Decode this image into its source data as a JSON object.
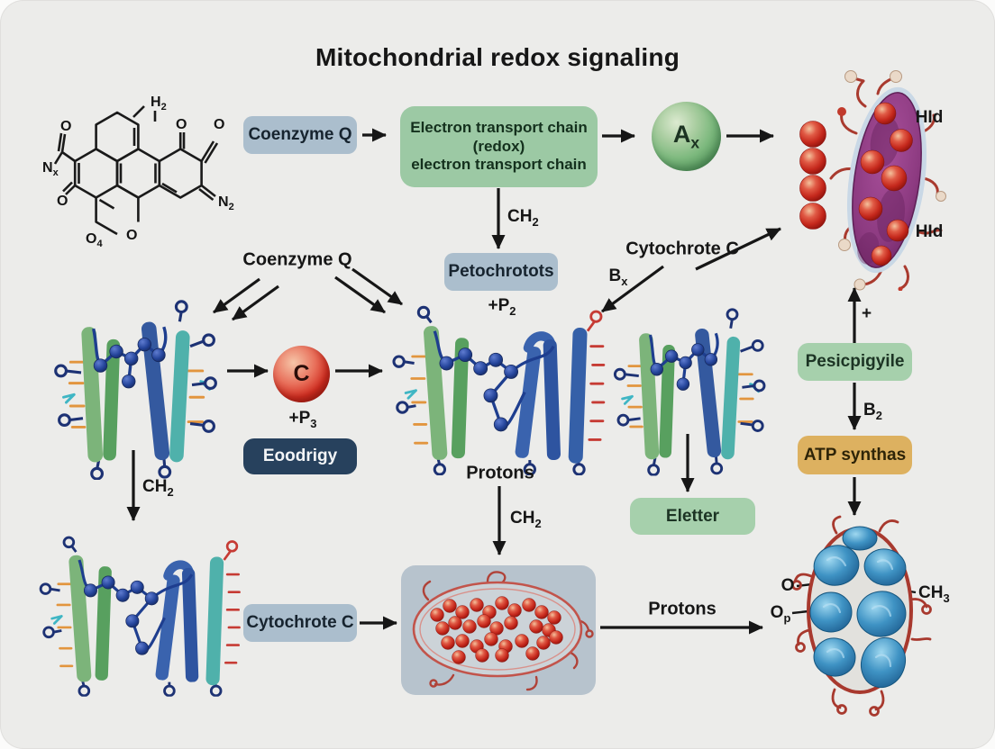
{
  "title": "Mitochondrial redox signaling",
  "top_flow": {
    "coenzyme_q": "Coenzyme Q",
    "etc_line1": "Electron transport chain",
    "etc_line2": "(redox)",
    "etc_line3": "electron transport chain",
    "node_a": {
      "base": "A",
      "sub": "x"
    },
    "ch2": {
      "base": "CH",
      "sub": "2"
    },
    "hld_top": "HId",
    "hld_bottom": "HId"
  },
  "mid": {
    "coenzyme_q_label": "Coenzyme Q",
    "petochrotots": "Petochrotots",
    "p2": {
      "base": "+P",
      "sub": "2"
    },
    "cytochrote_c": "Cytochrote C",
    "bx": {
      "base": "B",
      "sub": "x"
    },
    "node_c": "C",
    "p3": {
      "base": "+P",
      "sub": "3"
    },
    "eoodrigy": "Eoodrigy",
    "protons": "Protons",
    "ch2": {
      "base": "CH",
      "sub": "2"
    },
    "eletter": "Eletter"
  },
  "right": {
    "plus": "+",
    "pesicpigyile": "Pesicpigyile",
    "b2": {
      "base": "B",
      "sub": "2"
    },
    "atp_synthas": "ATP synthas"
  },
  "bottom": {
    "ch2": {
      "base": "CH",
      "sub": "2"
    },
    "cytochrote_c": "Cytochrote C",
    "protons": "Protons",
    "o_label": "O",
    "op": {
      "base": "O",
      "sub": "p"
    },
    "ch3": {
      "base": "CH",
      "sub": "3"
    }
  },
  "molecule": {
    "h2": {
      "base": "H",
      "sub": "2"
    },
    "o_top_left": "O",
    "nx": {
      "base": "N",
      "sub": "x"
    },
    "o_left": "O",
    "o4": {
      "base": "O",
      "sub": "4"
    },
    "o_ring": "O",
    "o_carbonyl_1": "O",
    "o_carbonyl_2": "O",
    "n2": {
      "base": "N",
      "sub": "2"
    }
  },
  "colors": {
    "background": "#ececea",
    "slate_box": "#abbecd",
    "green_box": "#9cc9a4",
    "light_green_box": "#a6d0ac",
    "navy_box": "#27415d",
    "gold_box": "#ddb160",
    "arrow": "#161616",
    "red_sphere": "#c5281c",
    "green_sphere": "#7db97e",
    "purple_organelle": "#8c3a80",
    "blue_lobe": "#2e7fb4",
    "ribbon_green": "#6fae6e",
    "ribbon_blue": "#33589f",
    "ribbon_teal": "#4fb1ab"
  }
}
